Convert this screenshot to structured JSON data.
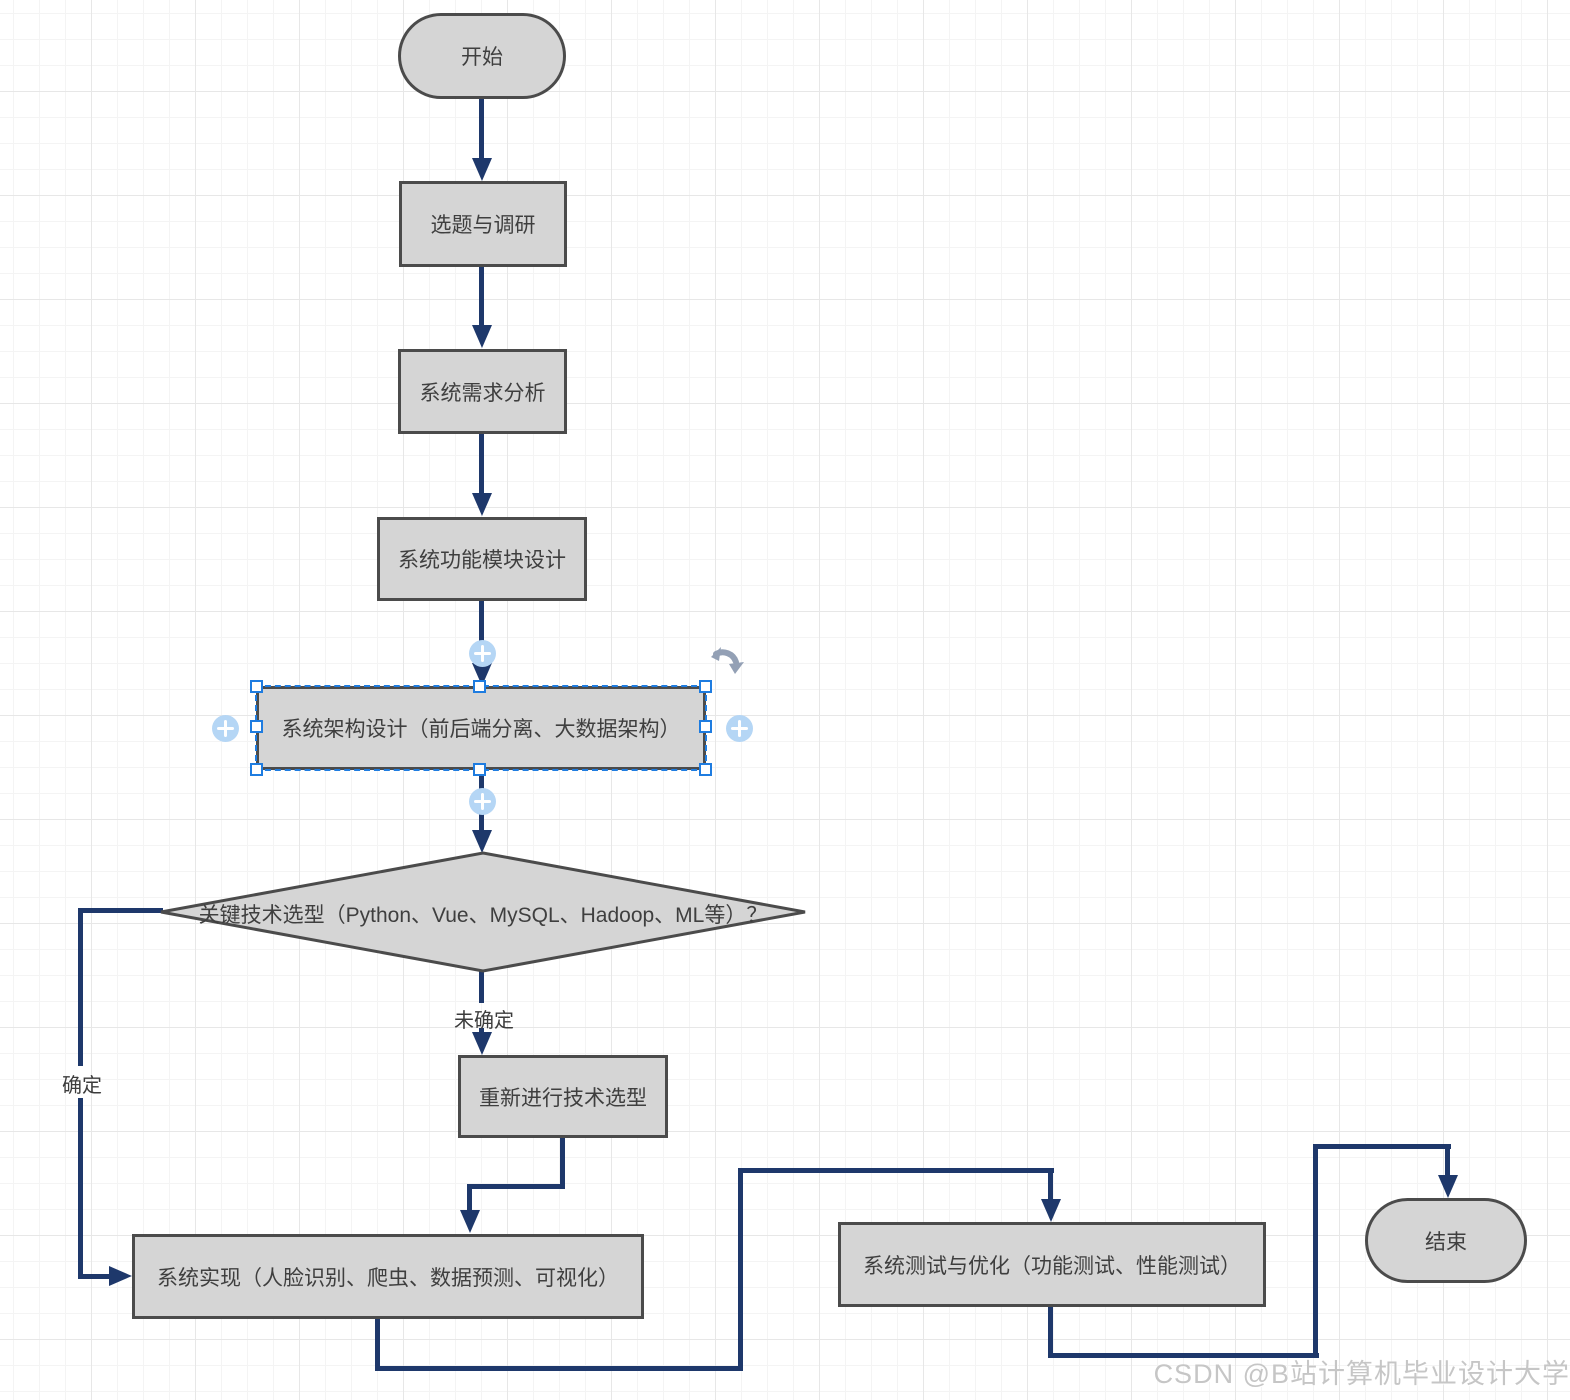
{
  "flowchart": {
    "nodes": {
      "start": {
        "label": "开始",
        "type": "terminator"
      },
      "topic": {
        "label": "选题与调研",
        "type": "process"
      },
      "requirements": {
        "label": "系统需求分析",
        "type": "process"
      },
      "modules": {
        "label": "系统功能模块设计",
        "type": "process"
      },
      "architecture": {
        "label": "系统架构设计（前后端分离、大数据架构）",
        "type": "process",
        "selected": true
      },
      "decision": {
        "label": "关键技术选型（Python、Vue、MySQL、Hadoop、ML等）？",
        "type": "decision"
      },
      "reselect": {
        "label": "重新进行技术选型",
        "type": "process"
      },
      "implementation": {
        "label": "系统实现（人脸识别、爬虫、数据预测、可视化）",
        "type": "process"
      },
      "testing": {
        "label": "系统测试与优化（功能测试、性能测试）",
        "type": "process"
      },
      "end": {
        "label": "结束",
        "type": "terminator"
      }
    },
    "edge_labels": {
      "confirmed": "确定",
      "not_confirmed": "未确定"
    },
    "selected_node": "architecture"
  },
  "watermark": {
    "text": "CSDN @B站计算机毕业设计大学"
  },
  "colors": {
    "node_fill": "#d5d5d5",
    "node_border": "#4b4b4b",
    "connector": "#1e386b",
    "selection_blue": "#1e7ce0",
    "connection_point": "#b5d6f5",
    "rotate_handle": "#93a0b5",
    "watermark": "#c6c6c6",
    "grid_minor": "#f4f4f4",
    "grid_major": "#e7e7e7"
  }
}
